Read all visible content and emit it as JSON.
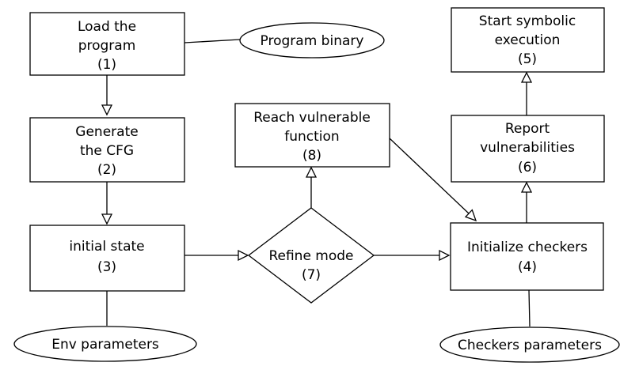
{
  "nodes": {
    "n1": {
      "line1": "Load the",
      "line2": "program",
      "num": "(1)"
    },
    "n2": {
      "line1": "Generate",
      "line2": "the CFG",
      "num": "(2)"
    },
    "n3": {
      "line1": "initial state",
      "num": "(3)"
    },
    "n4": {
      "line1": "Initialize checkers",
      "num": "(4)"
    },
    "n5": {
      "line1": "Start symbolic",
      "line2": "execution",
      "num": "(5)"
    },
    "n6": {
      "line1": "Report",
      "line2": "vulnerabilities",
      "num": "(6)"
    },
    "n7": {
      "line1": "Refine mode",
      "num": "(7)"
    },
    "n8": {
      "line1": "Reach vulnerable",
      "line2": "function",
      "num": "(8)"
    }
  },
  "inputs": {
    "program_binary": "Program binary",
    "env_parameters": "Env parameters",
    "checkers_parameters": "Checkers parameters"
  }
}
